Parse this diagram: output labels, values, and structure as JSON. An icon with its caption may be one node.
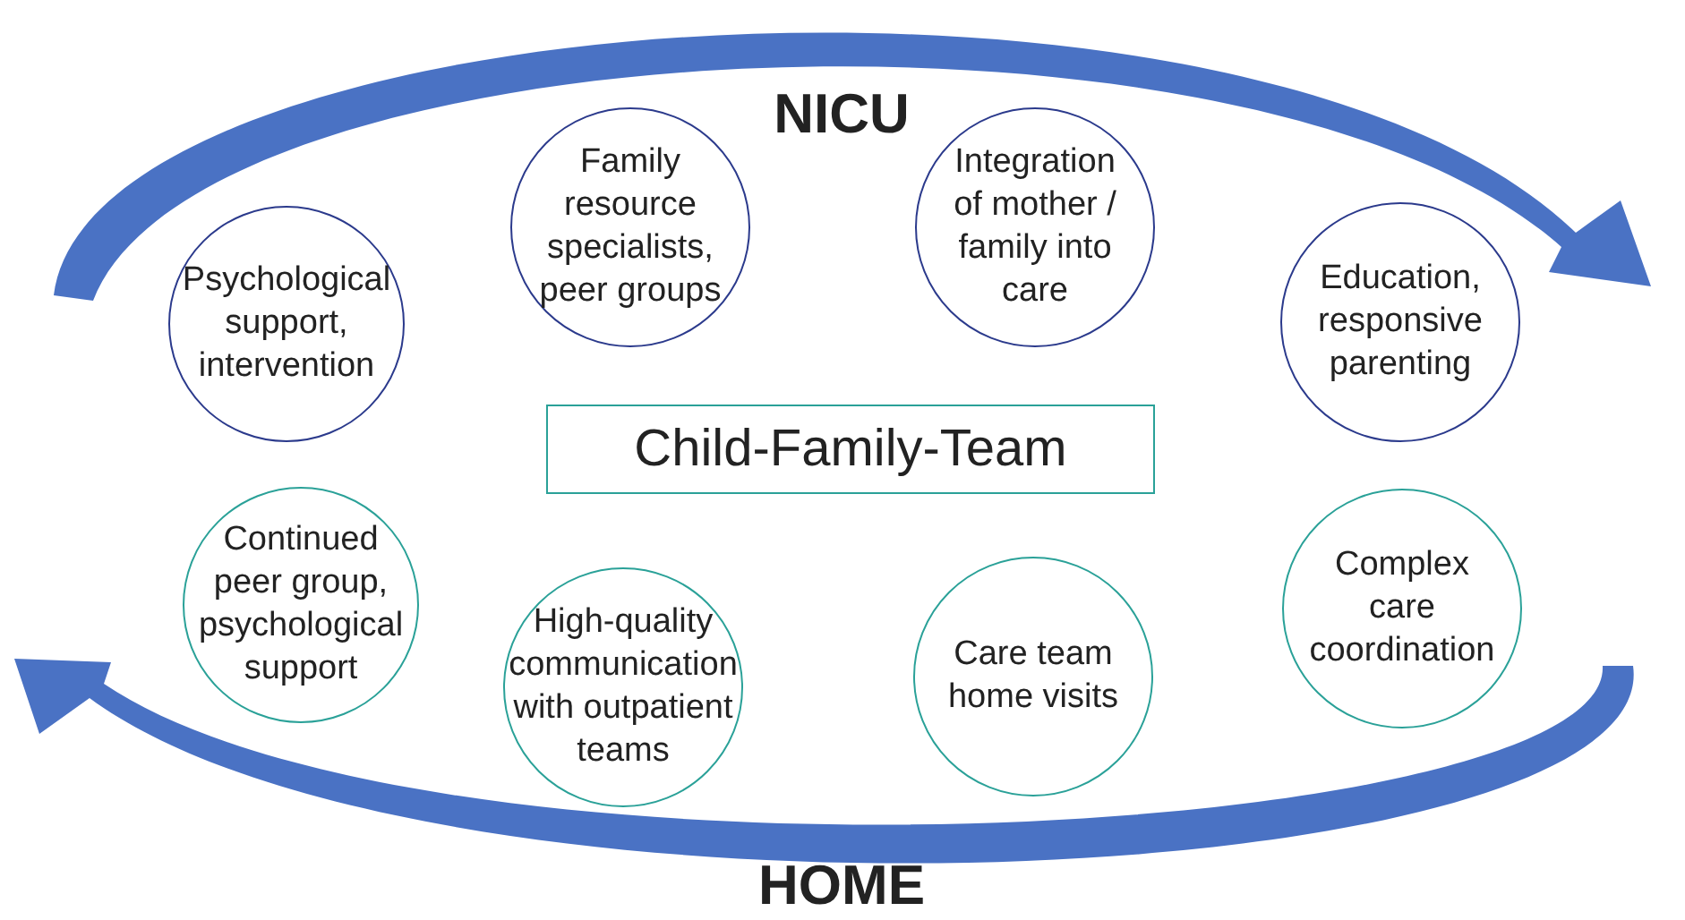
{
  "diagram": {
    "nodes": [
      {
        "text": [
          "Psychological support, intervention"
        ]
      },
      {
        "text": [
          "Family resource specialists, peer groups"
        ]
      },
      {
        "text": [
          "Integration of mother / family into care"
        ]
      },
      {
        "text": [
          "Education, responsive parenting"
        ]
      },
      {
        "text": [
          "Child-Family-Team"
        ]
      },
      {
        "text": [
          "Continued peer group, psychological support"
        ]
      },
      {
        "text": [
          "High-quality communication with outpatient teams"
        ]
      },
      {
        "text": [
          "Care team home visits"
        ]
      },
      {
        "text": [
          "Complex care coordination"
        ]
      }
    ],
    "labels": [
      "NICU",
      "HOME"
    ]
  }
}
